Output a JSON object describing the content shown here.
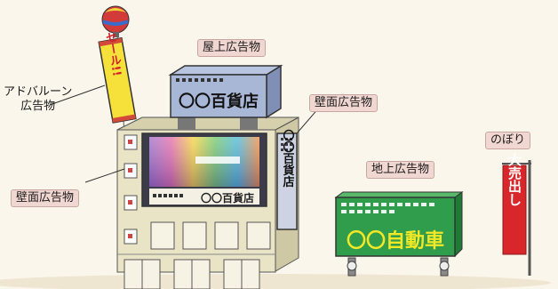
{
  "labels": {
    "advertising_balloon": "アドバルーン\n広告物",
    "rooftop": "屋上広告物",
    "wall_right": "壁面広告物",
    "wall_left": "壁面広告物",
    "ground": "地上広告物",
    "nobori": "のぼり"
  },
  "signs": {
    "balloon_banner": "セール!!",
    "rooftop_sign": "〇〇百貨店",
    "billboard_caption": "〇〇百貨店",
    "vertical_sign": "〇〇百貨店",
    "ground_sign": "〇〇自動車",
    "nobori_flag": "大売出し"
  },
  "colors": {
    "background": "#fbf6ec",
    "label_bg": "#f1d7d2",
    "building_facade": "#e9e4c6",
    "building_side": "#cfc8a4",
    "rooftop_sign_bg": "#a9b7d6",
    "ground_sign_bg": "#2f9d4b",
    "ground_sign_text": "#f2e826",
    "balloon_banner_bg": "#f5e13a",
    "nobori_bg": "#d8262b"
  }
}
